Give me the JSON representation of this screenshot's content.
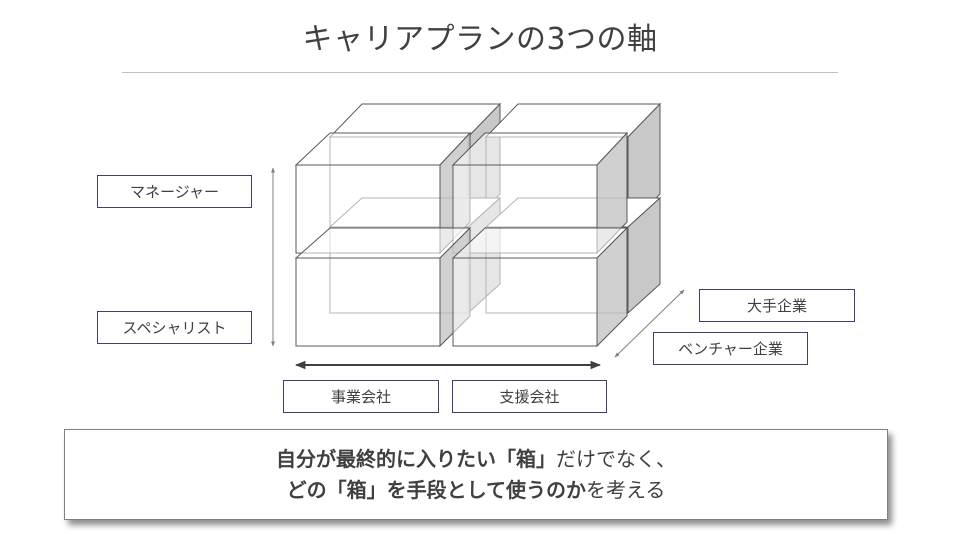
{
  "title": "キャリアプランの3つの軸",
  "vertical_axis": {
    "top_label": "マネージャー",
    "bottom_label": "スペシャリスト"
  },
  "horizontal_axis": {
    "left_label": "事業会社",
    "right_label": "支援会社"
  },
  "depth_axis": {
    "far_label": "大手企業",
    "near_label": "ベンチャー企業"
  },
  "summary": {
    "line1_bold": "自分が最終的に入りたい「箱」",
    "line1_normal": "だけでなく、",
    "line2_bold": "どの「箱」を手段として使うのか",
    "line2_normal": "を考える"
  },
  "colors": {
    "box_side": "#c8c8c8",
    "box_outline": "#595959",
    "label_border": "#3f3f6f",
    "text": "#404040"
  }
}
